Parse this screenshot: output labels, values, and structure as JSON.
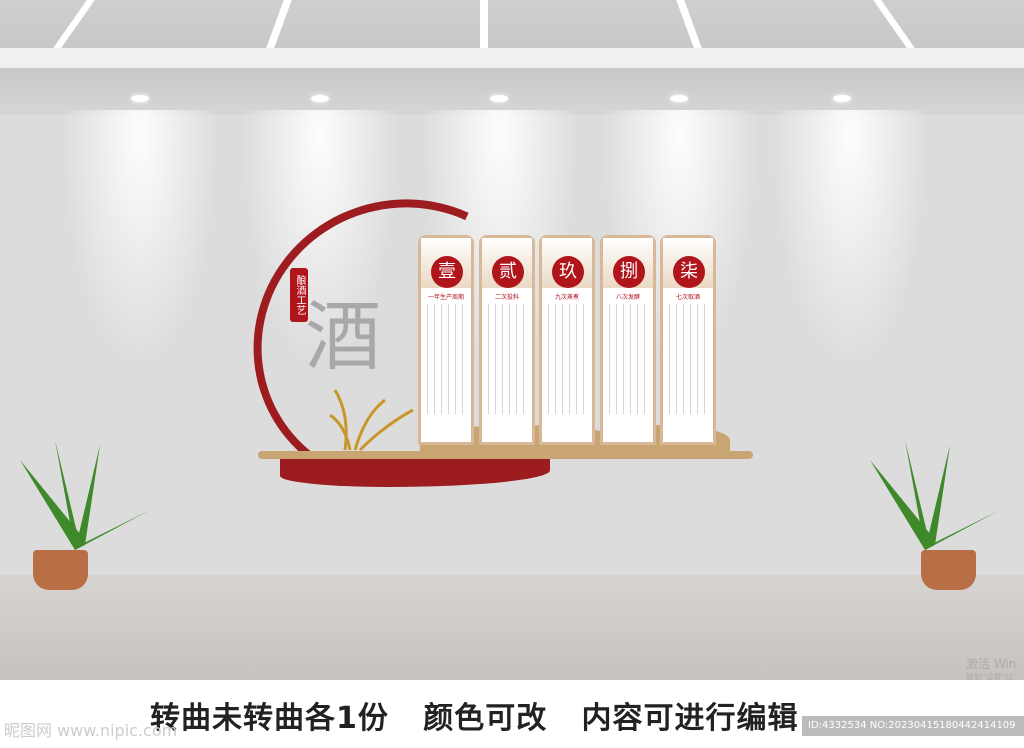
{
  "wall": {
    "seal_label": "酿酒工艺",
    "big_char": "酒",
    "panels": [
      {
        "numeral": "壹",
        "subtitle": "一年生产周期"
      },
      {
        "numeral": "贰",
        "subtitle": "二次投料"
      },
      {
        "numeral": "玖",
        "subtitle": "九次蒸煮"
      },
      {
        "numeral": "捌",
        "subtitle": "八次发酵"
      },
      {
        "numeral": "柒",
        "subtitle": "七次取酒"
      }
    ],
    "accent_color": "#b0151c"
  },
  "caption": "转曲未转曲各1份   颜色可改   内容可进行编辑",
  "watermark": "昵图网 www.nipic.com",
  "id_bar": "ID:4332534 NO:20230415180442414109",
  "activation": {
    "line1": "激活 Win",
    "line2": "转到\"设置\"以"
  }
}
